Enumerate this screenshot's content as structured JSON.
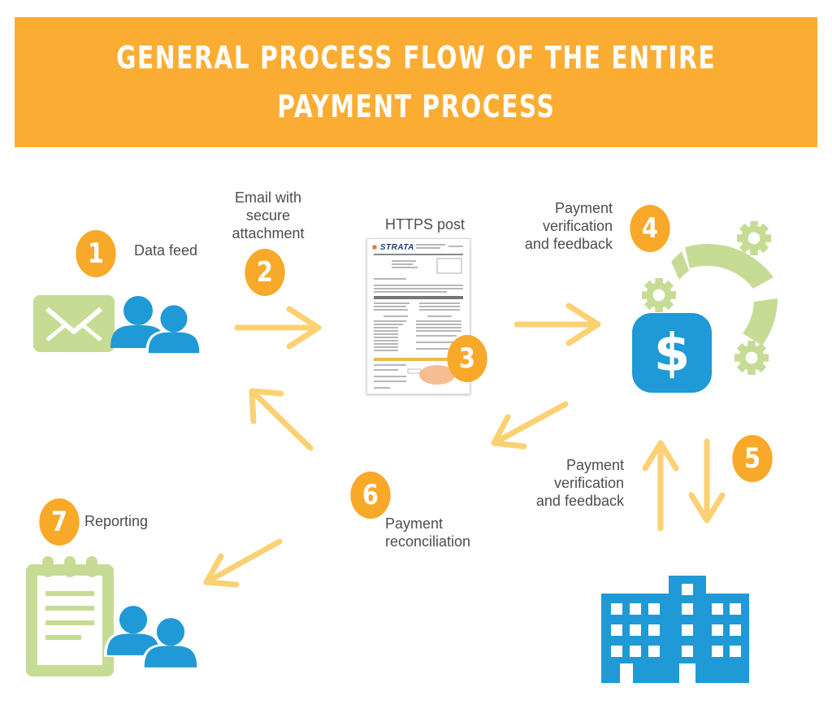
{
  "header": {
    "title_line1": "GENERAL PROCESS FLOW OF THE ENTIRE",
    "title_line2": "PAYMENT PROCESS"
  },
  "colors": {
    "banner": "#fbad33",
    "arrow": "#fbd173",
    "badge": "#f8a929",
    "icon_blue": "#1f9ad6",
    "icon_green": "#c6dc95",
    "label_text": "#4d4d4d"
  },
  "steps": [
    {
      "number": "1",
      "label": "Data feed",
      "icons": [
        "envelope-icon",
        "users-icon"
      ]
    },
    {
      "number": "2",
      "label_lines": [
        "Email with",
        "secure",
        "attachment"
      ]
    },
    {
      "number": "3",
      "label": "HTTPS post",
      "icons": [
        "invoice-document-icon"
      ]
    },
    {
      "number": "4",
      "label_lines": [
        "Payment",
        "verification",
        "and feedback"
      ],
      "icons": [
        "gears-icon",
        "dollar-icon"
      ]
    },
    {
      "number": "5",
      "label_lines": [
        "Payment",
        "verification",
        "and feedback"
      ],
      "icons": [
        "building-icon"
      ]
    },
    {
      "number": "6",
      "label_lines": [
        "Payment",
        "reconciliation"
      ]
    },
    {
      "number": "7",
      "label": "Reporting",
      "icons": [
        "clipboard-icon",
        "users-icon"
      ]
    }
  ],
  "invoice": {
    "logo": "STRATA"
  }
}
